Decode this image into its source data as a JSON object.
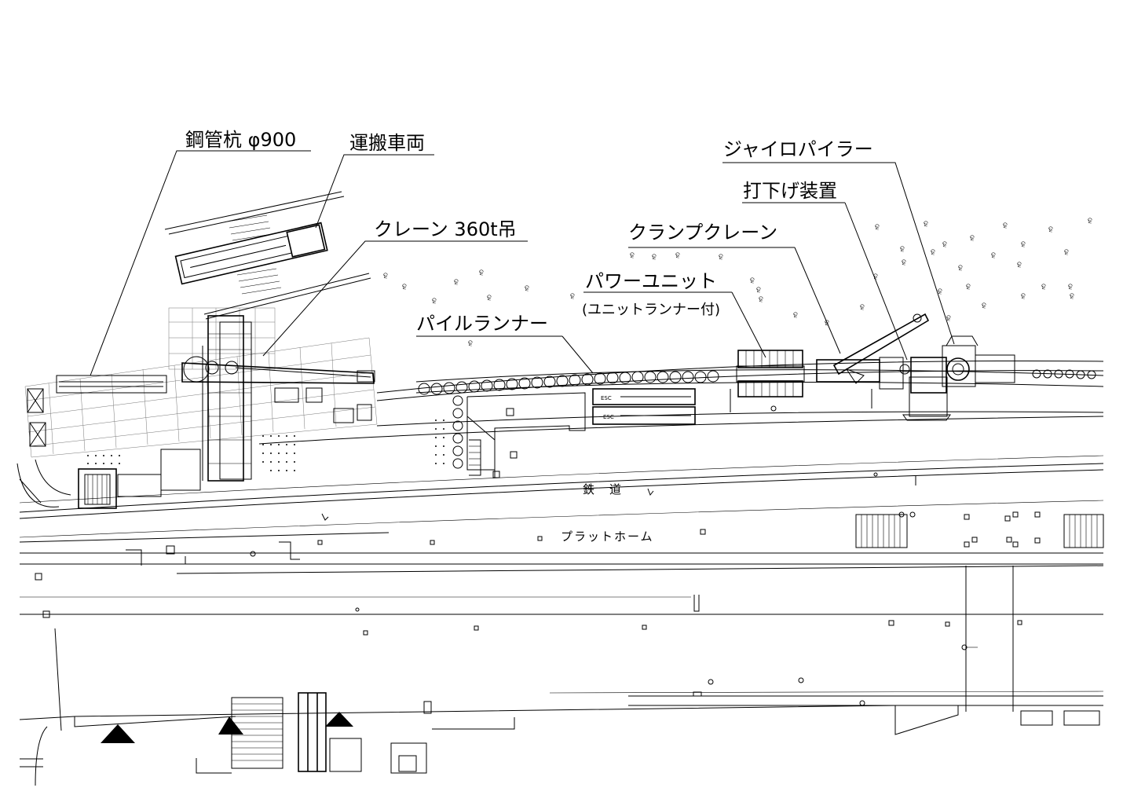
{
  "labels": {
    "steel_pile": "鋼管杭 φ900",
    "transport_vehicle": "運搬車両",
    "crane": "クレーン 360t吊",
    "pile_runner": "パイルランナー",
    "power_unit": "パワーユニット",
    "power_unit_note": "(ユニットランナー付)",
    "clamp_crane": "クランプクレーン",
    "lowering_device": "打下げ装置",
    "gyro_piler": "ジャイロパイラー",
    "railway": "鉄　道",
    "platform": "プラットホーム"
  },
  "equipment_tags": {
    "esc": "ESC"
  }
}
